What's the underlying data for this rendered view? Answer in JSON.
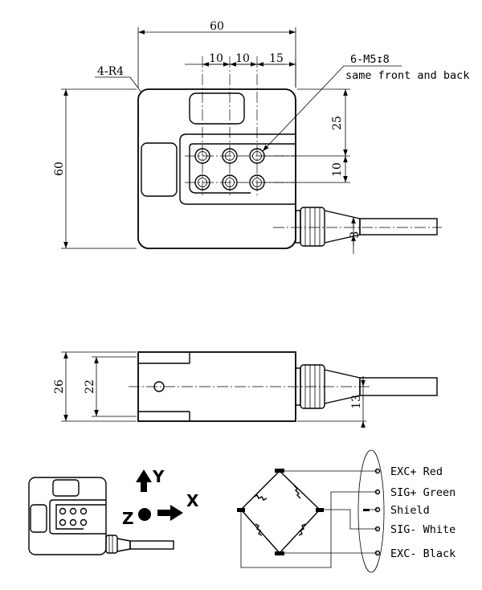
{
  "top_view": {
    "dims": {
      "width": "60",
      "height": "60",
      "corner_radius": "4-R4",
      "hole_pitch_a": "10",
      "hole_pitch_b": "10",
      "hole_offset": "15",
      "hole_vertical": "25",
      "row_pitch": "10",
      "cable_offset": "3"
    },
    "hole_note": "6-M5↧8",
    "hole_note_2": "same front and back"
  },
  "side_view": {
    "dims": {
      "height_outer": "26",
      "height_inner": "22",
      "cable_offset": "13"
    }
  },
  "axes": {
    "y": "Y",
    "x": "X",
    "z": "Z"
  },
  "wiring": [
    {
      "signal": "EXC+",
      "color": "Red"
    },
    {
      "signal": "SIG+",
      "color": "Green"
    },
    {
      "signal": "Shield",
      "color": ""
    },
    {
      "signal": "SIG-",
      "color": "White"
    },
    {
      "signal": "EXC-",
      "color": "Black"
    }
  ]
}
